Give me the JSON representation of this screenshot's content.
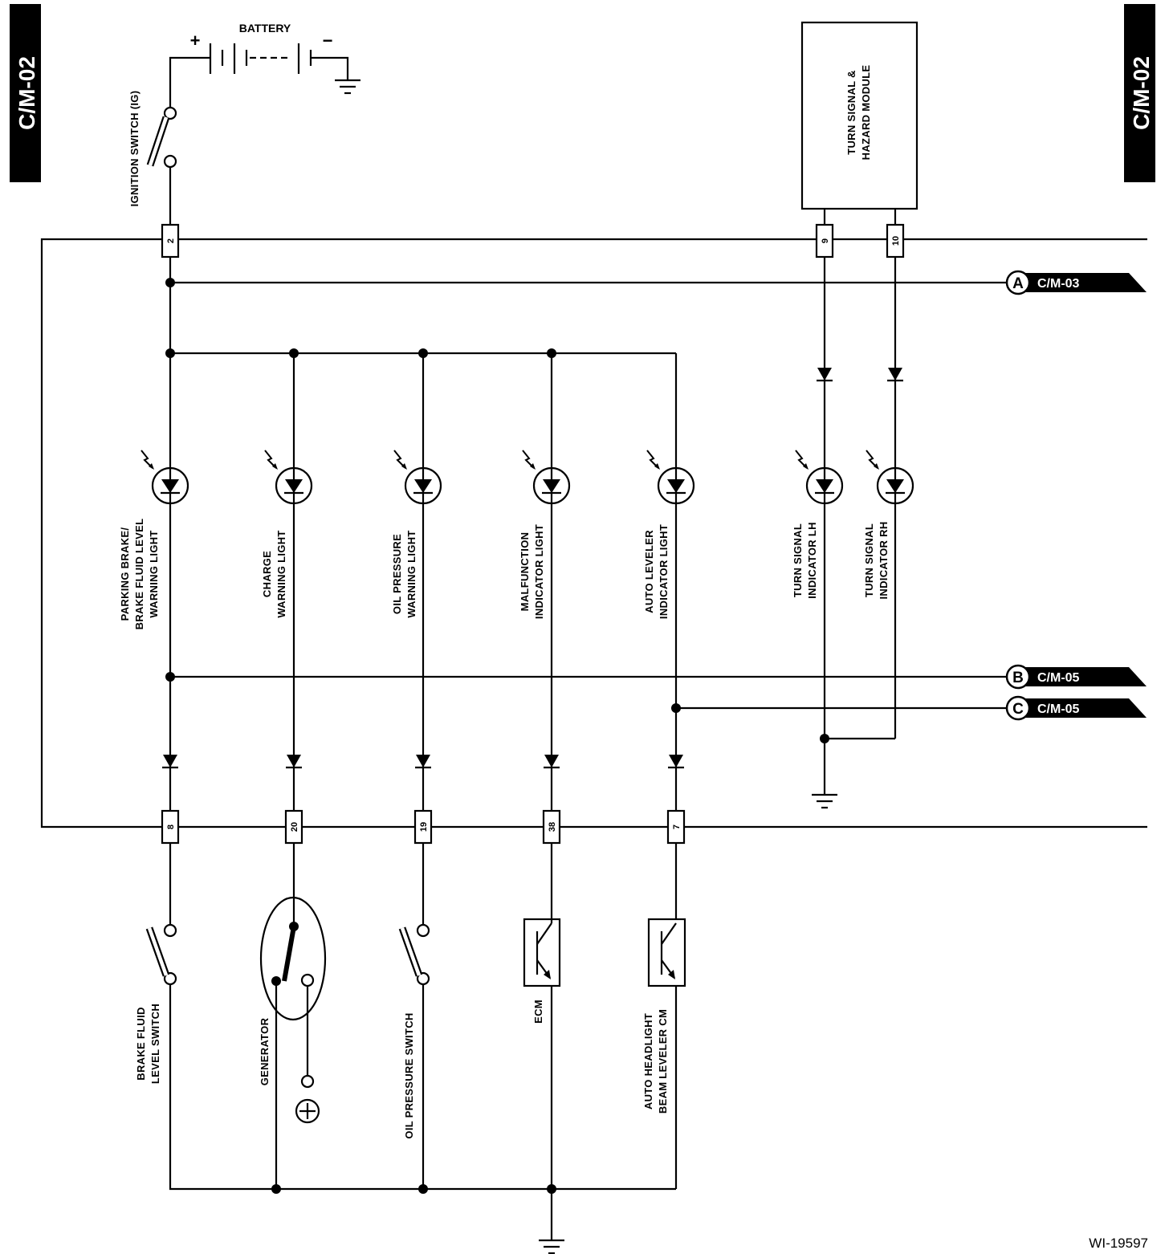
{
  "page_tag_left": "C/M-02",
  "page_tag_right": "C/M-02",
  "battery": {
    "label": "BATTERY",
    "plus": "+",
    "minus": "−"
  },
  "ignition_switch": {
    "label": "IGNITION SWITCH (IG)"
  },
  "module": {
    "line1": "TURN SIGNAL &",
    "line2": "HAZARD MODULE"
  },
  "pins": {
    "p2": "2",
    "p9": "9",
    "p10": "10",
    "p8": "8",
    "p20": "20",
    "p19": "19",
    "p38": "38",
    "p7": "7"
  },
  "connectors": [
    {
      "letter": "A",
      "ref": "C/M-03"
    },
    {
      "letter": "B",
      "ref": "C/M-05"
    },
    {
      "letter": "C",
      "ref": "C/M-05"
    }
  ],
  "lights": [
    {
      "line1": "PARKING BRAKE/",
      "line2": "BRAKE FLUID LEVEL",
      "line3": "WARNING LIGHT"
    },
    {
      "line1": "CHARGE",
      "line2": "WARNING LIGHT"
    },
    {
      "line1": "OIL PRESSURE",
      "line2": "WARNING LIGHT"
    },
    {
      "line1": "MALFUNCTION",
      "line2": "INDICATOR LIGHT"
    },
    {
      "line1": "AUTO LEVELER",
      "line2": "INDICATOR LIGHT"
    },
    {
      "line1": "TURN SIGNAL",
      "line2": "INDICATOR LH"
    },
    {
      "line1": "TURN SIGNAL",
      "line2": "INDICATOR RH"
    }
  ],
  "bottom_devices": [
    {
      "line1": "BRAKE FLUID",
      "line2": "LEVEL SWITCH"
    },
    {
      "line1": "GENERATOR"
    },
    {
      "line1": "OIL PRESSURE SWITCH"
    },
    {
      "line1": "ECM"
    },
    {
      "line1": "AUTO HEADLIGHT",
      "line2": "BEAM LEVELER CM"
    }
  ],
  "figure_id": "WI-19597"
}
